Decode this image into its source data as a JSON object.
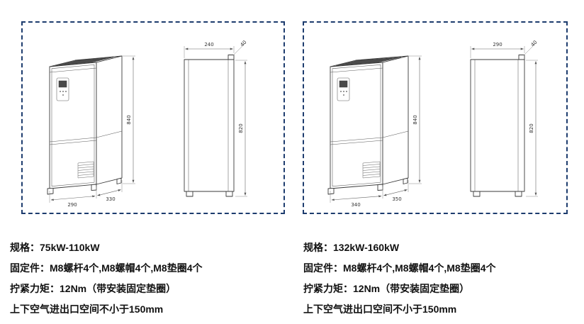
{
  "colors": {
    "panel_border": "#1d3c6e",
    "drawing_line": "#3a3a3a"
  },
  "panels": [
    {
      "dims": {
        "height": "840",
        "front_width": "290",
        "side_depth": "330",
        "side_top": "240",
        "bracket": "40",
        "side_height": "820"
      },
      "specs": {
        "rating": "规格：75kW-110kW",
        "fasteners": "固定件：M8螺杆4个,M8螺帽4个,M8垫圈4个",
        "torque": "拧紧力矩：12Nm（带安装固定垫圈）",
        "clearance": "上下空气进出口空间不小于150mm"
      }
    },
    {
      "dims": {
        "height": "840",
        "front_width": "340",
        "side_depth": "350",
        "side_top": "290",
        "bracket": "40",
        "side_height": "820"
      },
      "specs": {
        "rating": "规格：132kW-160kW",
        "fasteners": "固定件：M8螺杆4个,M8螺帽4个,M8垫圈4个",
        "torque": "拧紧力矩：12Nm（带安装固定垫圈）",
        "clearance": "上下空气进出口空间不小于150mm"
      }
    }
  ]
}
